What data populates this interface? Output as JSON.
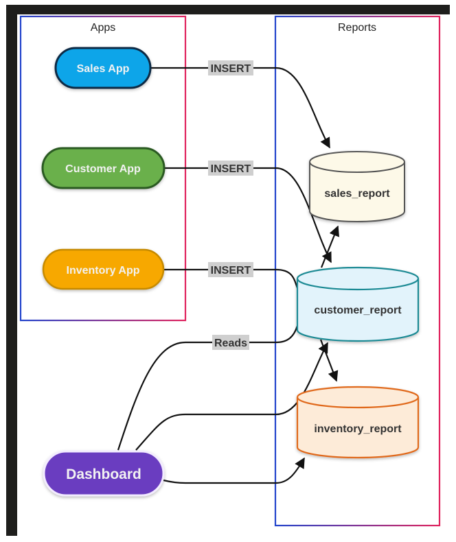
{
  "diagram": {
    "groups": [
      {
        "id": "apps",
        "title": "Apps"
      },
      {
        "id": "reports",
        "title": "Reports"
      }
    ],
    "apps": [
      {
        "id": "sales_app",
        "label": "Sales App",
        "fill": "#0ea5e9",
        "stroke": "#0b2a44"
      },
      {
        "id": "customer_app",
        "label": "Customer App",
        "fill": "#6ab04c",
        "stroke": "#2c5a22"
      },
      {
        "id": "inventory_app",
        "label": "Inventory App",
        "fill": "#f7a800",
        "stroke": "#c68a00"
      }
    ],
    "dashboard": {
      "id": "dashboard",
      "label": "Dashboard",
      "fill": "#6a3cc0",
      "stroke": "#f3ecff"
    },
    "reports": [
      {
        "id": "sales_report",
        "label": "sales_report",
        "fill": "#fdf9e8",
        "stroke": "#555555"
      },
      {
        "id": "customer_report",
        "label": "customer_report",
        "fill": "#e2f3fb",
        "stroke": "#1a8a94"
      },
      {
        "id": "inventory_report",
        "label": "inventory_report",
        "fill": "#fdebd8",
        "stroke": "#e0691a"
      }
    ],
    "edge_labels": {
      "insert": "INSERT",
      "reads": "Reads"
    },
    "edges": [
      {
        "from": "sales_app",
        "to": "sales_report",
        "label": "INSERT"
      },
      {
        "from": "customer_app",
        "to": "customer_report",
        "label": "INSERT"
      },
      {
        "from": "inventory_app",
        "to": "customer_report",
        "label": "INSERT"
      },
      {
        "from": "customer_report",
        "to": "sales_report",
        "label": ""
      },
      {
        "from": "customer_report",
        "to": "inventory_report",
        "label": ""
      },
      {
        "from": "dashboard",
        "to": "customer_report",
        "label": "Reads"
      },
      {
        "from": "dashboard",
        "to": "customer_report",
        "label": ""
      },
      {
        "from": "dashboard",
        "to": "inventory_report",
        "label": ""
      }
    ],
    "colors": {
      "group_border_start": "#2244cc",
      "group_border_end": "#e0245e",
      "frame": "#1e1e1c"
    }
  }
}
